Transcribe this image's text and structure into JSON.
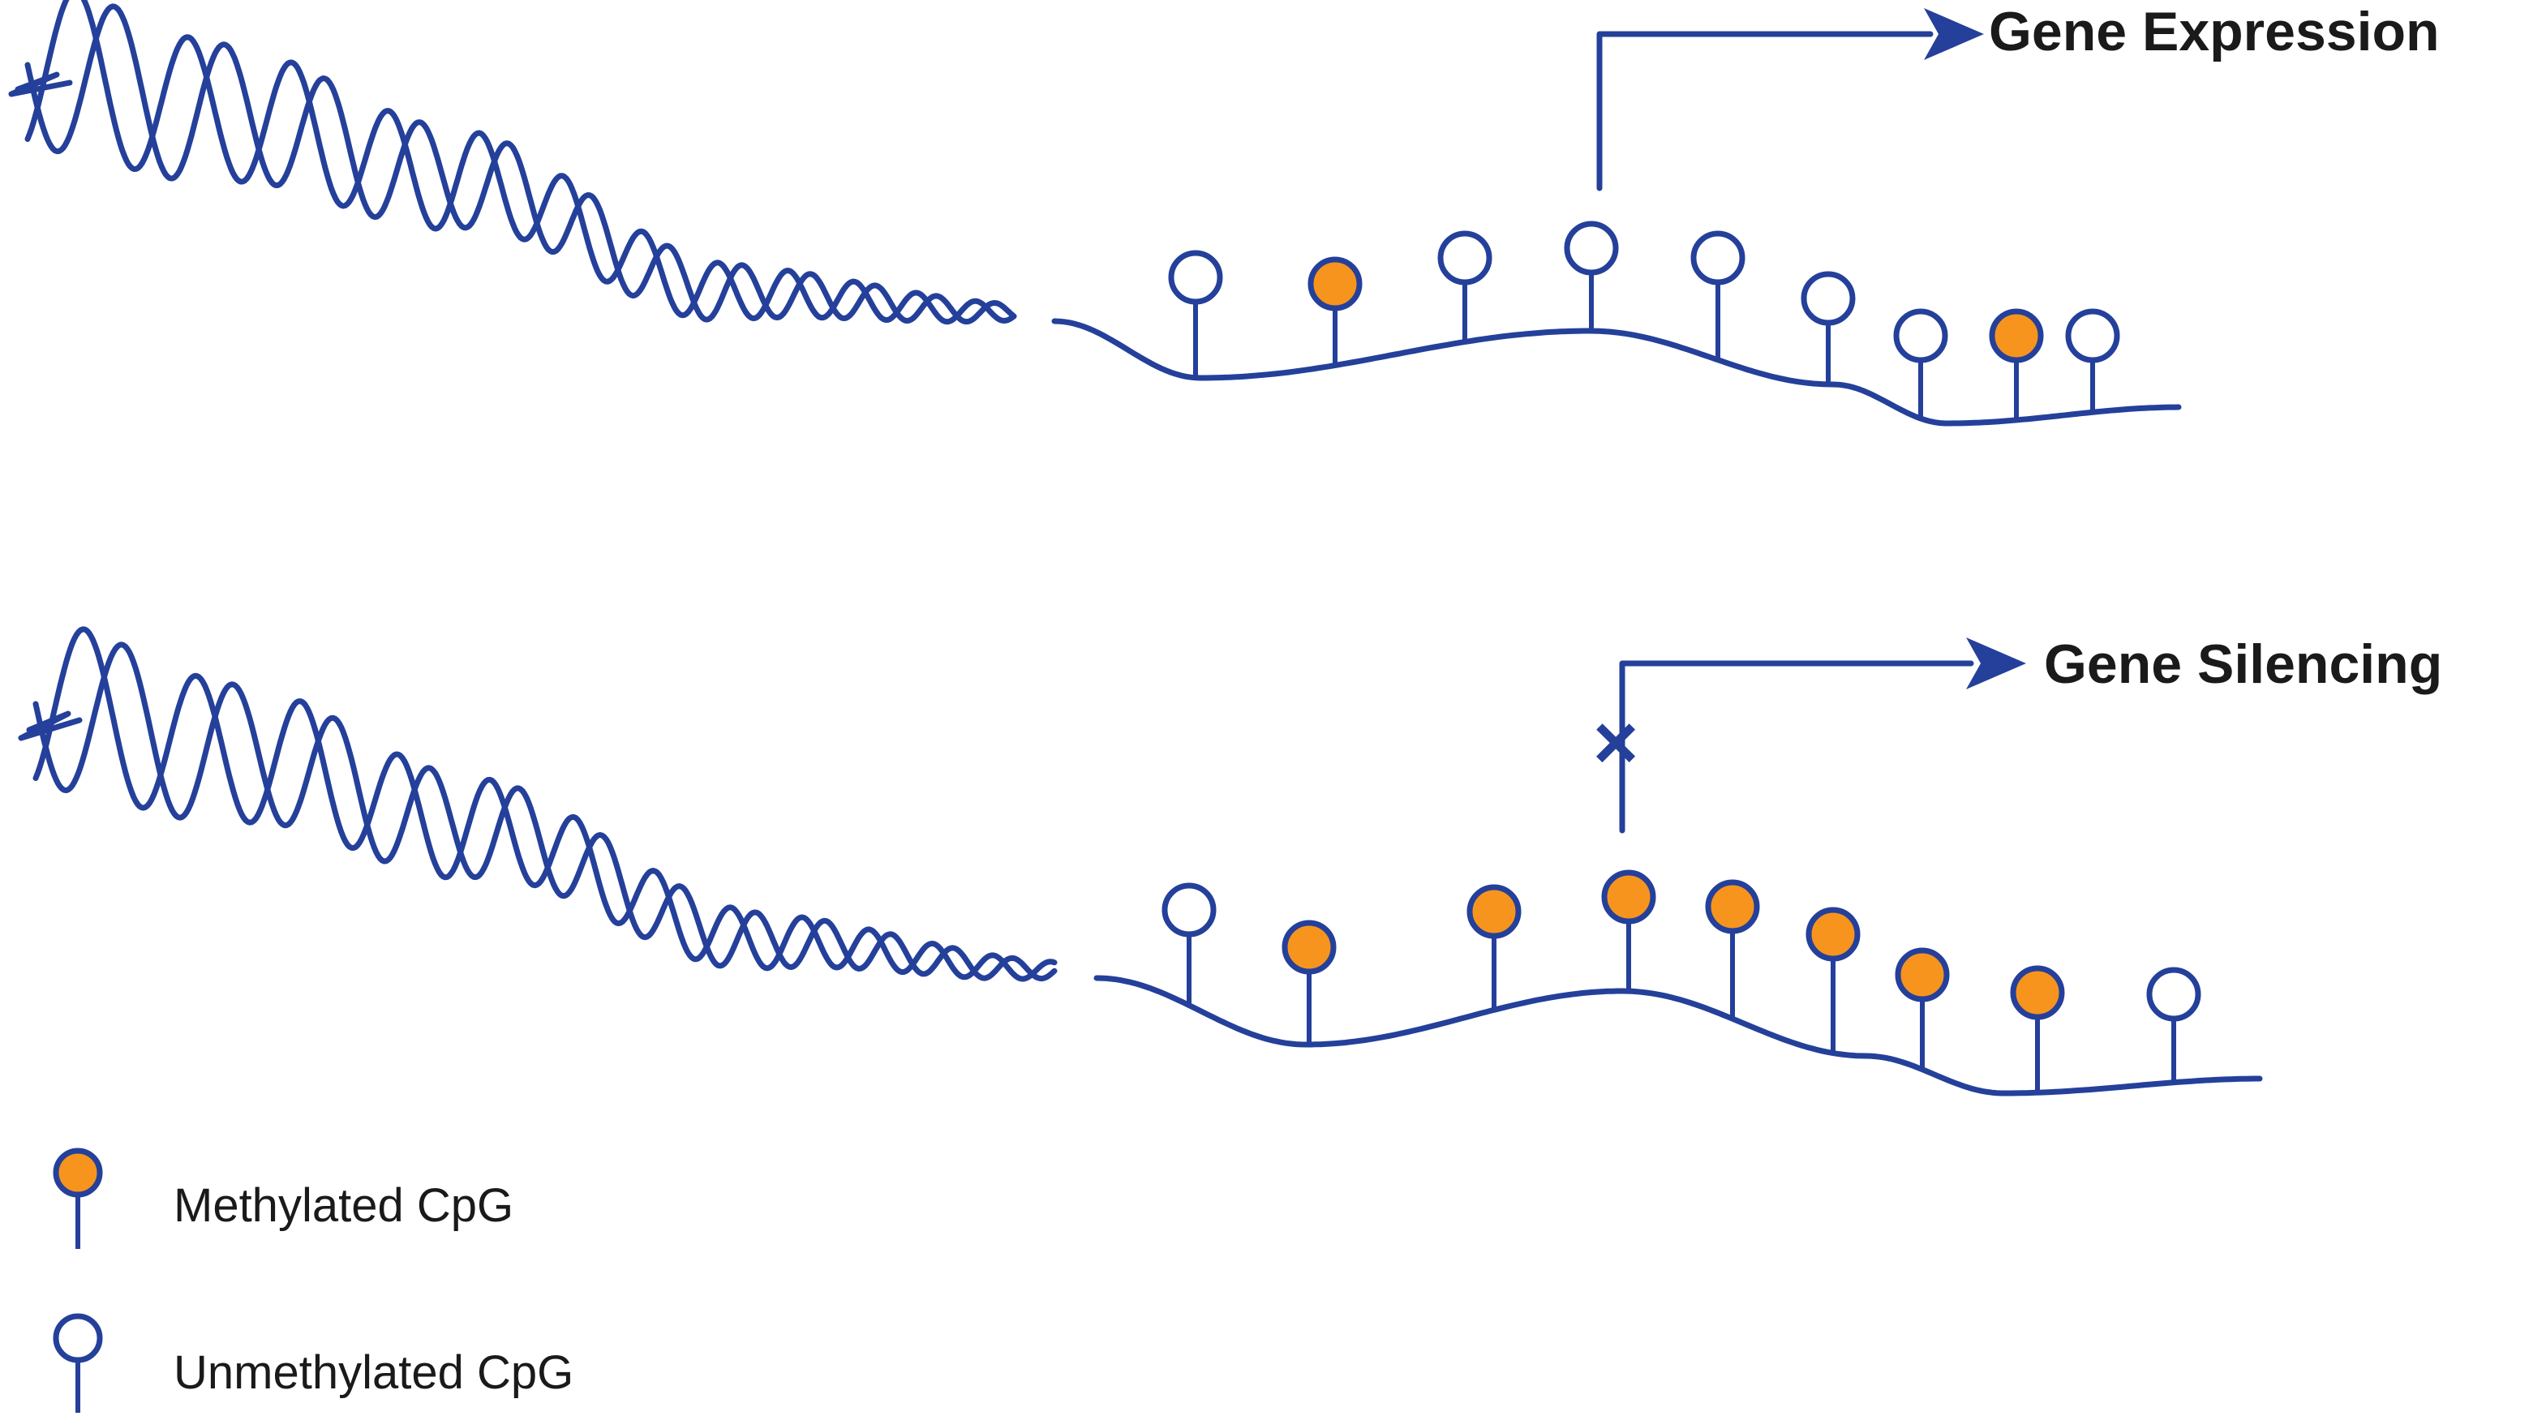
{
  "colors": {
    "dna": "#24409a",
    "methylated": "#f7941d",
    "unmethylated": "#ffffff",
    "text": "#1a1a1a"
  },
  "top_panel": {
    "label": "Gene Expression",
    "sites": [
      "unmethylated",
      "methylated",
      "unmethylated",
      "unmethylated",
      "unmethylated",
      "unmethylated",
      "unmethylated",
      "methylated",
      "unmethylated"
    ]
  },
  "bottom_panel": {
    "label": "Gene Silencing",
    "blocked_marker": "×",
    "sites": [
      "unmethylated",
      "methylated",
      "methylated",
      "methylated",
      "methylated",
      "methylated",
      "methylated",
      "methylated",
      "unmethylated"
    ]
  },
  "legend": {
    "methylated_label": "Methylated CpG",
    "unmethylated_label": "Unmethylated CpG"
  }
}
